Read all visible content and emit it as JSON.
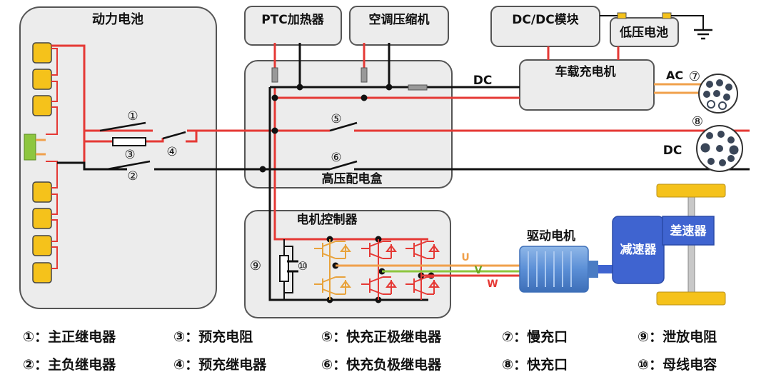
{
  "title_blocks": {
    "battery": "动力电池",
    "ptc": "PTC加热器",
    "ac_compressor": "空调压缩机",
    "dcdc": "DC/DC模块",
    "lv_battery": "低压电池",
    "obc": "车载充电机",
    "hv_box": "高压配电盒",
    "motor_ctrl": "电机控制器",
    "drive_motor": "驱动电机",
    "reducer": "减速器",
    "differential": "差速器"
  },
  "wire_labels": {
    "dc_top": "DC",
    "ac": "AC",
    "dc_port": "DC",
    "u": "U",
    "v": "V",
    "w": "W"
  },
  "markers": {
    "m1": "①",
    "m2": "②",
    "m3": "③",
    "m4": "④",
    "m5": "⑤",
    "m6": "⑥",
    "m7": "⑦",
    "m8": "⑧",
    "m9": "⑨",
    "m10": "⑩"
  },
  "legend": [
    {
      "marker": "①",
      "text": "主正继电器"
    },
    {
      "marker": "②",
      "text": "主负继电器"
    },
    {
      "marker": "③",
      "text": "预充电阻"
    },
    {
      "marker": "④",
      "text": "预充继电器"
    },
    {
      "marker": "⑤",
      "text": "快充正极继电器"
    },
    {
      "marker": "⑥",
      "text": "快充负极继电器"
    },
    {
      "marker": "⑦",
      "text": "慢充口"
    },
    {
      "marker": "⑧",
      "text": "快充口"
    },
    {
      "marker": "⑨",
      "text": "泄放电阻"
    },
    {
      "marker": "⑩",
      "text": "母线电容"
    }
  ],
  "colors": {
    "positive_wire": "#e53935",
    "negative_wire": "#111111",
    "ac_wire": "#f0a04b",
    "box_fill": "#ececec",
    "box_stroke": "#555555",
    "cell": "#f5c21b",
    "connector": "#8dc63f",
    "motor": "#5b8fd6",
    "reducer": "#3f64d0",
    "igbt": "#e8a33c"
  }
}
